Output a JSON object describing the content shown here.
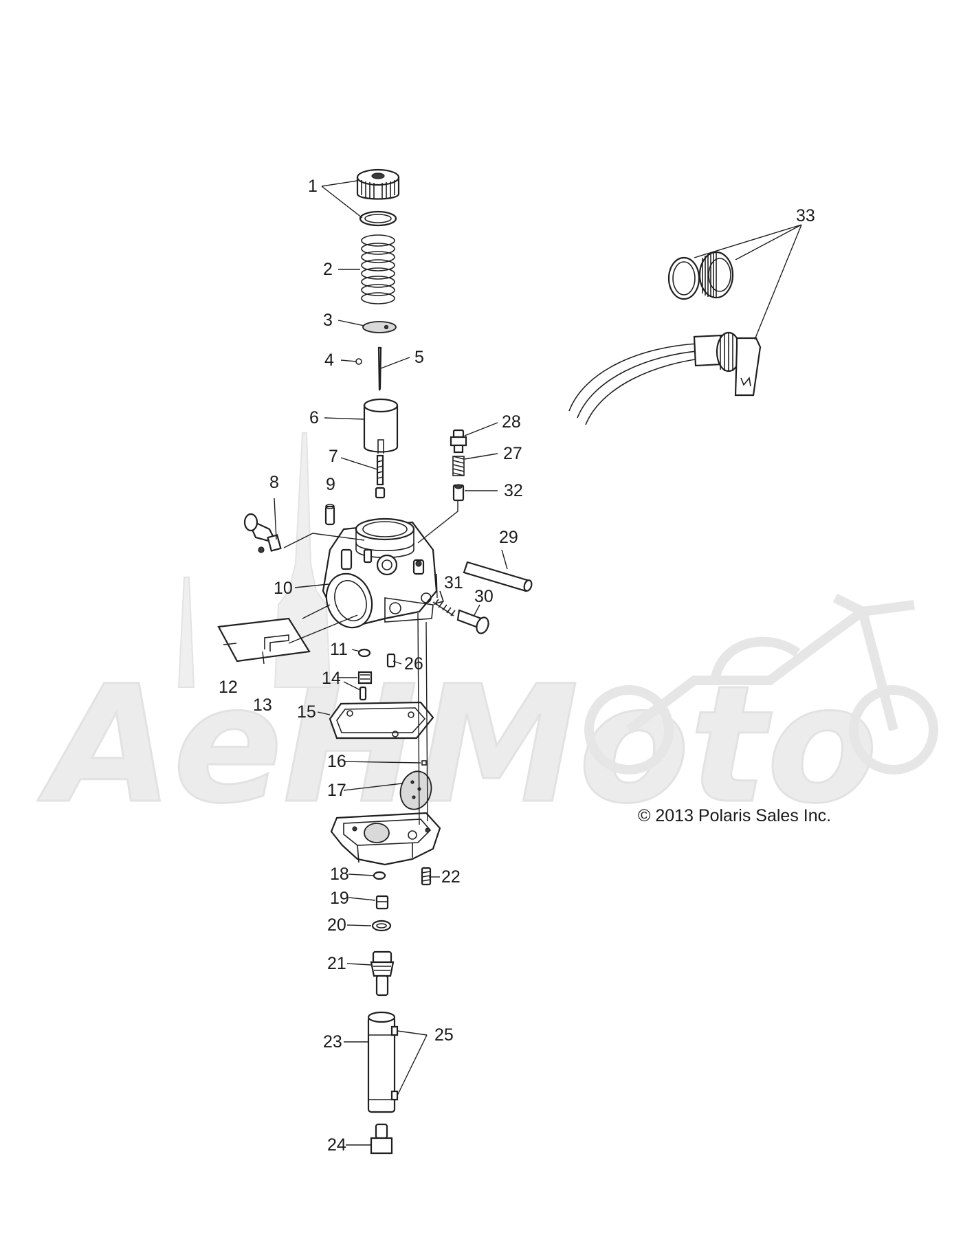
{
  "watermark": {
    "text": "AeHMoto"
  },
  "copyright": "© 2013 Polaris Sales Inc.",
  "callouts": {
    "c1": "1",
    "c2": "2",
    "c3": "3",
    "c4": "4",
    "c5": "5",
    "c6": "6",
    "c7": "7",
    "c8": "8",
    "c9": "9",
    "c10": "10",
    "c11": "11",
    "c12": "12",
    "c13": "13",
    "c14": "14",
    "c15": "15",
    "c16": "16",
    "c17": "17",
    "c18": "18",
    "c19": "19",
    "c20": "20",
    "c21": "21",
    "c22": "22",
    "c23": "23",
    "c24": "24",
    "c25": "25",
    "c26": "26",
    "c27": "27",
    "c28": "28",
    "c29": "29",
    "c30": "30",
    "c31": "31",
    "c32": "32",
    "c33": "33"
  }
}
